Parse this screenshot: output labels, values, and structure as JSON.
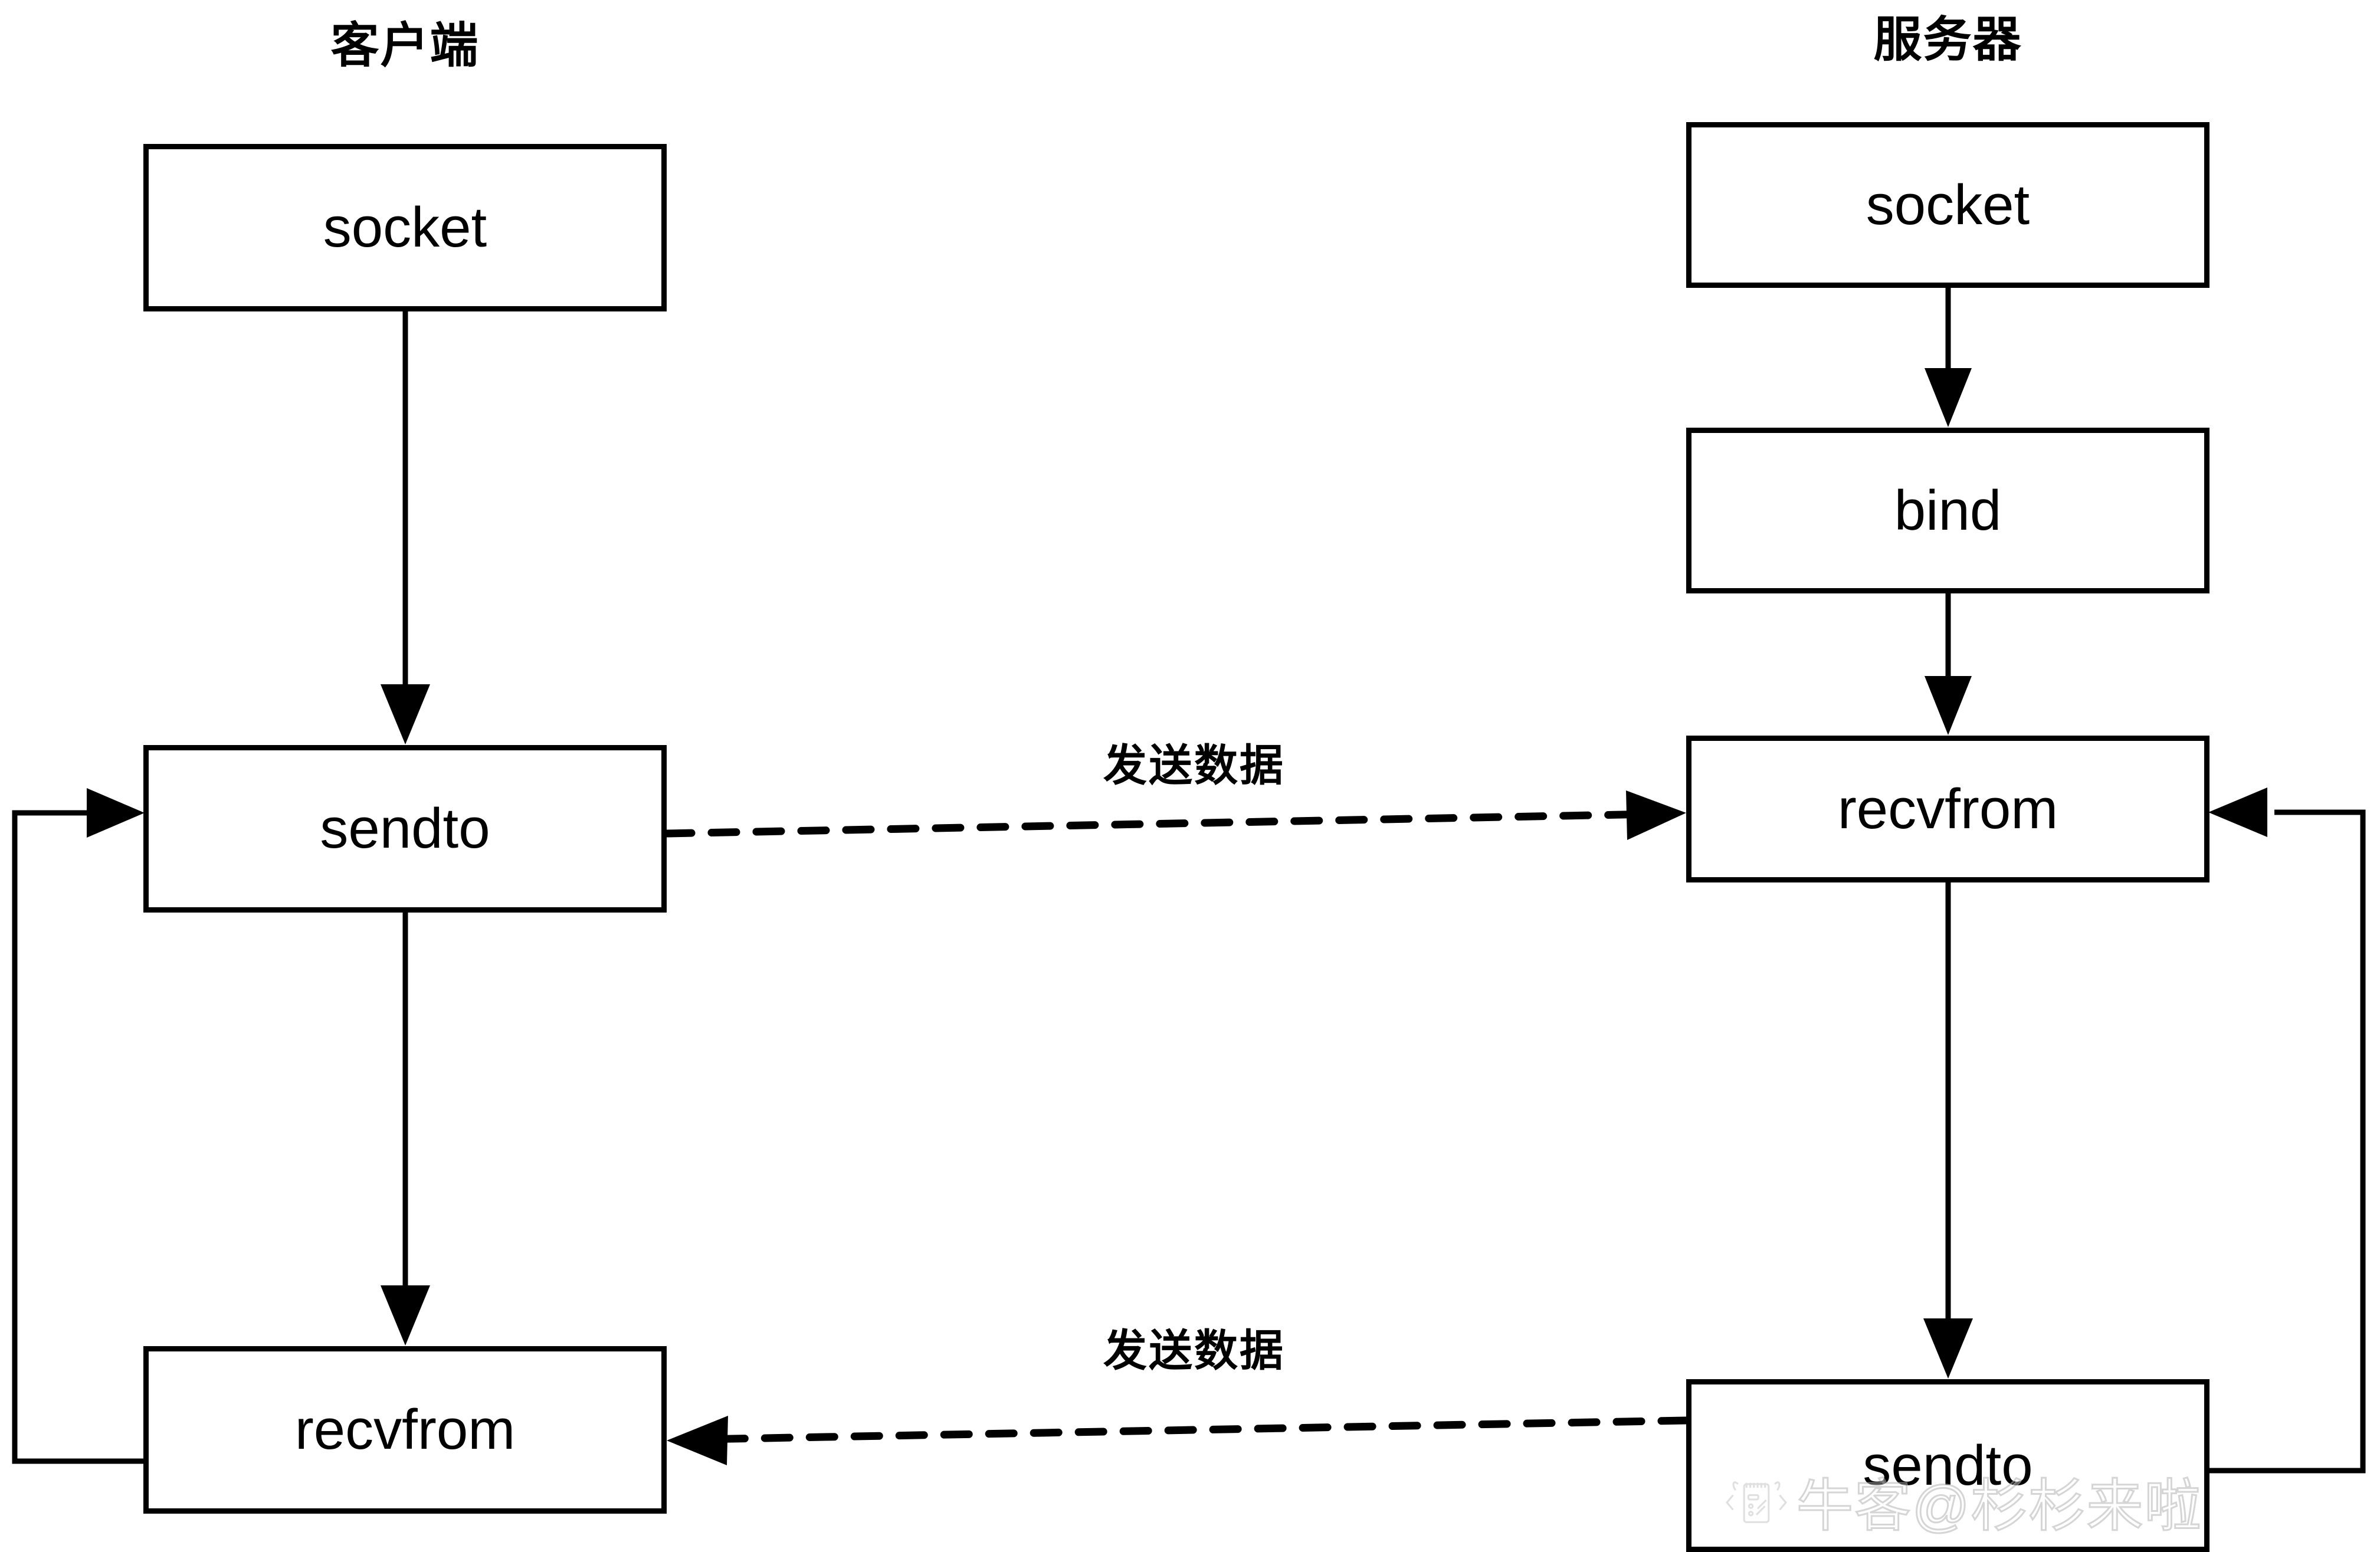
{
  "diagram": {
    "type": "flowchart",
    "title_client": "客户端",
    "title_server": "服务器",
    "columns": [
      {
        "side": "client",
        "title": "客户端",
        "nodes": [
          "socket",
          "sendto",
          "recvfrom"
        ]
      },
      {
        "side": "server",
        "title": "服务器",
        "nodes": [
          "socket",
          "bind",
          "recvfrom",
          "sendto"
        ]
      }
    ],
    "nodes": {
      "client_socket": "socket",
      "client_sendto": "sendto",
      "client_recvfrom": "recvfrom",
      "server_socket": "socket",
      "server_bind": "bind",
      "server_recvfrom": "recvfrom",
      "server_sendto": "sendto"
    },
    "edge_labels": {
      "send_top": "发送数据",
      "send_bottom": "发送数据"
    },
    "edges": [
      {
        "from": "client_socket",
        "to": "client_sendto",
        "style": "solid",
        "label": ""
      },
      {
        "from": "client_sendto",
        "to": "client_recvfrom",
        "style": "solid",
        "label": ""
      },
      {
        "from": "client_recvfrom",
        "to": "client_sendto",
        "style": "solid",
        "label": "",
        "route": "loop-left"
      },
      {
        "from": "server_socket",
        "to": "server_bind",
        "style": "solid",
        "label": ""
      },
      {
        "from": "server_bind",
        "to": "server_recvfrom",
        "style": "solid",
        "label": ""
      },
      {
        "from": "server_recvfrom",
        "to": "server_sendto",
        "style": "solid",
        "label": ""
      },
      {
        "from": "server_sendto",
        "to": "server_recvfrom",
        "style": "solid",
        "label": "",
        "route": "loop-right"
      },
      {
        "from": "client_sendto",
        "to": "server_recvfrom",
        "style": "dashed",
        "label": "发送数据"
      },
      {
        "from": "server_sendto",
        "to": "client_recvfrom",
        "style": "dashed",
        "label": "发送数据"
      }
    ]
  },
  "watermark": {
    "text": "牛客@杉杉来啦",
    "logo_icon": "niuke-notepad-logo-icon"
  },
  "colors": {
    "stroke": "#000000",
    "background": "#ffffff",
    "watermark": "#b4b4b4"
  }
}
